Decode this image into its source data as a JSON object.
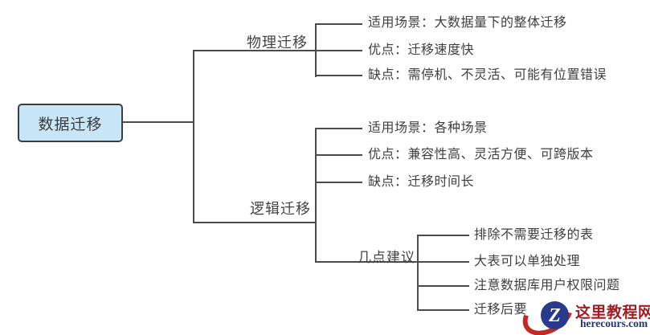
{
  "diagram": {
    "root": {
      "label": "数据迁移"
    },
    "branches": [
      {
        "label": "物理迁移",
        "children": [
          {
            "label": "适用场景：大数据量下的整体迁移"
          },
          {
            "label": "优点：迁移速度快"
          },
          {
            "label": "缺点：需停机、不灵活、可能有位置错误"
          }
        ]
      },
      {
        "label": "逻辑迁移",
        "children": [
          {
            "label": "适用场景：各种场景"
          },
          {
            "label": "优点：兼容性高、灵活方便、可跨版本"
          },
          {
            "label": "缺点：迁移时间长"
          },
          {
            "label": "几点建议",
            "children": [
              {
                "label": "排除不需要迁移的表"
              },
              {
                "label": "大表可以单独处理"
              },
              {
                "label": "注意数据库用户权限问题"
              },
              {
                "label": "迁移后要"
              }
            ]
          }
        ]
      }
    ]
  },
  "watermark": {
    "logo_letter": "Z",
    "site_name": "这里教程网",
    "site_domain": "herecours.com"
  },
  "colors": {
    "root_fill": "#c9e5f8",
    "root_border": "#3d3d3d",
    "line": "#4b4b4b",
    "text": "#3f3f3f",
    "watermark_red": "#bf2a26",
    "watermark_navy": "#2a3a8a",
    "watermark_name_red": "#9e1f23",
    "watermark_domain_navy": "#23366f"
  }
}
